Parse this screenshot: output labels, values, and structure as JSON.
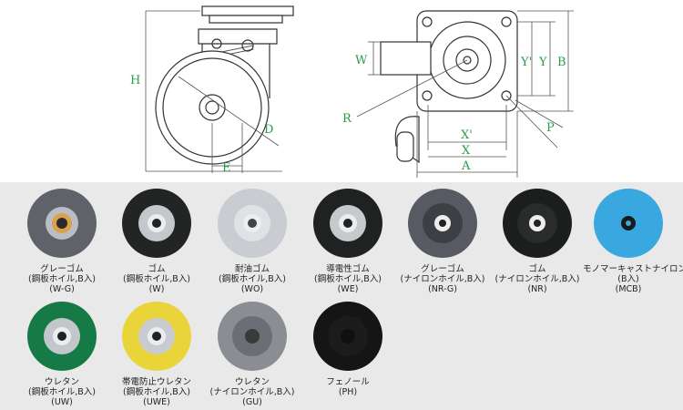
{
  "diagram": {
    "side_labels": {
      "H": "H",
      "D": "D",
      "E": "E",
      "R": "R"
    },
    "top_labels": {
      "W": "W",
      "Y_prime": "Y'",
      "Y": "Y",
      "B": "B",
      "X_prime": "X'",
      "X": "X",
      "A": "A",
      "P": "P"
    },
    "label_color": "#2a9b4a"
  },
  "wheels": [
    {
      "name": "グレーゴム",
      "hub": "(鋼板ホイル,B入)",
      "code": "(W-G)",
      "tire": "#5f6268",
      "rim": "#b9bec4",
      "center": "#2b2b2b"
    },
    {
      "name": "ゴム",
      "hub": "(鋼板ホイル,B入)",
      "code": "(W)",
      "tire": "#222523",
      "rim": "#c4c8cc",
      "center": "#222"
    },
    {
      "name": "耐油ゴム",
      "hub": "(鋼板ホイル,B入)",
      "code": "(WO)",
      "tire": "#c9ccd0",
      "rim": "#dfe2e5",
      "center": "#444"
    },
    {
      "name": "導電性ゴム",
      "hub": "(鋼板ホイル,B入)",
      "code": "(WE)",
      "tire": "#202222",
      "rim": "#c6cacd",
      "center": "#222"
    },
    {
      "name": "グレーゴム",
      "hub": "(ナイロンホイル,B入)",
      "code": "(NR-G)",
      "tire": "#575a62",
      "rim": "#3d3f45",
      "center": "#eeeeee"
    },
    {
      "name": "ゴム",
      "hub": "(ナイロンホイル,B入)",
      "code": "(NR)",
      "tire": "#1c1d1d",
      "rim": "#2a2b2b",
      "center": "#eeeeee"
    },
    {
      "name": "モノマーキャストナイロン",
      "hub": "(B入)",
      "code": "(MCB)",
      "tire": "#3aa8e0",
      "rim": "#3aa8e0",
      "center": "#1a1a1a"
    },
    {
      "name": "ウレタン",
      "hub": "(鋼板ホイル,B入)",
      "code": "(UW)",
      "tire": "#157a45",
      "rim": "#c2c7cc",
      "center": "#222"
    },
    {
      "name": "帯電防止ウレタン",
      "hub": "(鋼板ホイル,B入)",
      "code": "(UWE)",
      "tire": "#e9d43a",
      "rim": "#c8ccd0",
      "center": "#222"
    },
    {
      "name": "ウレタン",
      "hub": "(ナイロンホイル,B入)",
      "code": "(GU)",
      "tire": "#8a8d92",
      "rim": "#6b6e74",
      "center": "#3a3a3a"
    },
    {
      "name": "フェノール",
      "hub": "",
      "code": "(PH)",
      "tire": "#151515",
      "rim": "#1c1c1c",
      "center": "#101010"
    }
  ]
}
